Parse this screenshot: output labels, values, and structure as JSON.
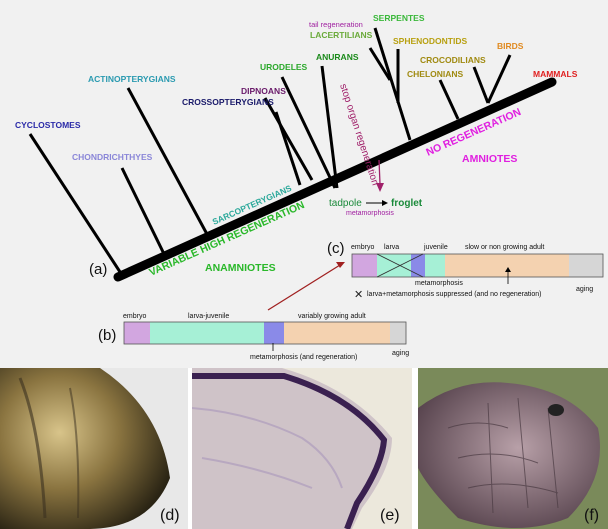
{
  "panel_labels": {
    "a": "(a)",
    "b": "(b)",
    "c": "(c)",
    "d": "(d)",
    "e": "(e)",
    "f": "(f)"
  },
  "taxa": {
    "cyclostomes": "CYCLOSTOMES",
    "chondrichthyes": "CHONDRICHTHYES",
    "actinopterygians": "ACTINOPTERYGIANS",
    "crossopterygians": "CROSSOPTERYGIANS",
    "dipnoans": "DIPNOANS",
    "urodeles": "URODELES",
    "anurans": "ANURANS",
    "tail_regeneration": "tail regeneration",
    "serpentes": "SERPENTES",
    "lacertilians": "LACERTILIANS",
    "sphenodontids": "SPHENODONTIDS",
    "crocodilians": "CROCODILIANS",
    "chelonians": "CHELONIANS",
    "birds": "BIRDS",
    "mammals": "MAMMALS",
    "sarcopterygians": "SARCOPTERYGIANS"
  },
  "axis_labels": {
    "variable_high_regeneration": "VARIABLE HIGH REGENERATION",
    "anamniotes": "ANAMNIOTES",
    "no_regeneration": "NO REGENERATION",
    "amniotes": "AMNIOTES",
    "stop_organ_regeneration": "stop organ regeneration"
  },
  "transition": {
    "tadpole": "tadpole",
    "froglet": "froglet",
    "metamorphosis": "metamorphosis"
  },
  "bar_b": {
    "embryo": "embryo",
    "larva_juvenile": "larva-juvenile",
    "adult": "variably growing adult",
    "metamorphosis_note": "metamorphosis (and regeneration)",
    "aging": "aging"
  },
  "bar_c": {
    "embryo": "embryo",
    "larva": "larva",
    "juvenile": "juvenile",
    "adult": "slow or non growing adult",
    "metamorphosis": "metamorphosis",
    "suppressed_note": "larva+metamorphosis suppressed (and no regeneration)",
    "aging": "aging"
  },
  "colors": {
    "cyclostomes": "#2a2aa8",
    "chondrichthyes": "#8a86d8",
    "actinopterygians": "#2a9ab0",
    "crossopterygians": "#1a1a6a",
    "dipnoans": "#6a1a6a",
    "urodeles": "#2aa82a",
    "anurans": "#1a8a1a",
    "tail_regeneration": "#a020a0",
    "serpentes": "#3ab83a",
    "lacertilians": "#6aaa3a",
    "sphenodontids": "#b8a010",
    "crocodilians": "#a08a10",
    "chelonians": "#a08a10",
    "birds": "#e08a20",
    "mammals": "#e02020",
    "sarcopterygians": "#2aa89a",
    "green_axis": "#2ab82a",
    "magenta_axis": "#e020e0",
    "stop": "#a0206a",
    "embryo": "#d2a6e0",
    "larva": "#a6f0d6",
    "adult": "#f4d2b0",
    "aging": "#d6d6d6",
    "metamorph": "#8a8ae8"
  }
}
